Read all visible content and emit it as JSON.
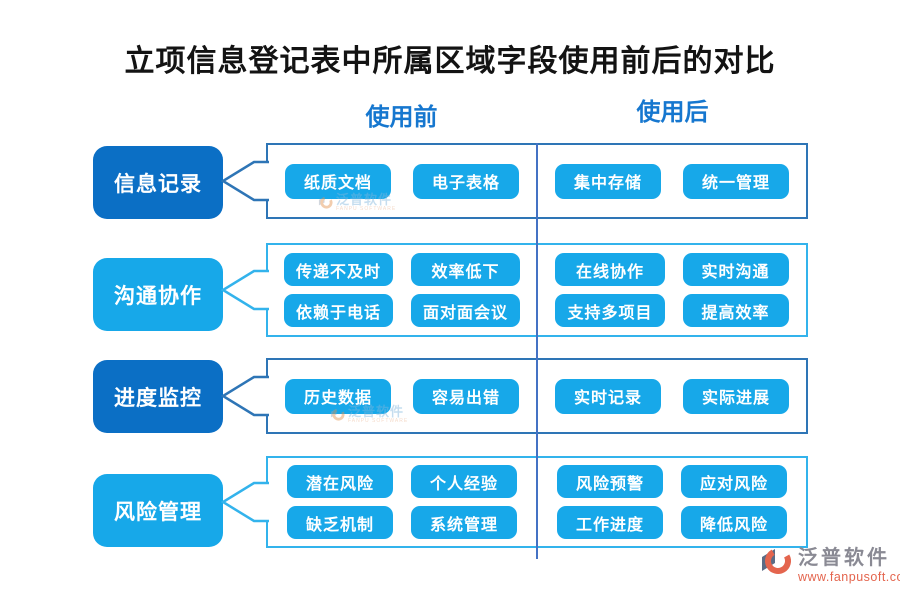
{
  "title": "立项信息登记表中所属区域字段使用前后的对比",
  "columns": {
    "before": "使用前",
    "after": "使用后"
  },
  "rows": [
    {
      "label": "信息记录",
      "before": [
        "纸质文档",
        "电子表格"
      ],
      "after": [
        "集中存储",
        "统一管理"
      ]
    },
    {
      "label": "沟通协作",
      "before": [
        "传递不及时",
        "效率低下",
        "依赖于电话",
        "面对面会议"
      ],
      "after": [
        "在线协作",
        "实时沟通",
        "支持多项目",
        "提高效率"
      ]
    },
    {
      "label": "进度监控",
      "before": [
        "历史数据",
        "容易出错"
      ],
      "after": [
        "实时记录",
        "实际进展"
      ]
    },
    {
      "label": "风险管理",
      "before": [
        "潜在风险",
        "个人经验",
        "缺乏机制",
        "系统管理"
      ],
      "after": [
        "风险预警",
        "应对风险",
        "工作进度",
        "降低风险"
      ]
    }
  ],
  "watermark": {
    "text": "泛普软件",
    "subtext": "FANPU SOFTWARE"
  },
  "logo": {
    "name": "泛普软件",
    "url": "www.fanpusoft.com"
  },
  "colors": {
    "dark_blue": "#0b6fc5",
    "light_blue": "#17a8e9",
    "border_dark": "#2e75b6",
    "border_light": "#33b3ec",
    "divider": "#4472c4",
    "header_blue": "#1677cf",
    "logo_orange": "#e4654e",
    "logo_gray": "#8a8a94"
  }
}
